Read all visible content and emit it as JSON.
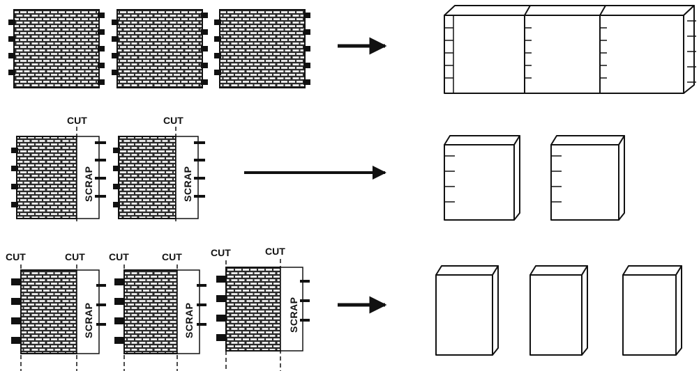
{
  "labels": {
    "cut": "CUT",
    "scrap": "SCRAP"
  },
  "colors": {
    "ink": "#111111",
    "panel_fill": "#ffffff",
    "mortar": "#ffffff"
  },
  "rows": [
    {
      "name": "uncut-panels-row",
      "panels": 3,
      "result": "joined-wall-with-toothed-edges"
    },
    {
      "name": "single-cut-row",
      "panels": 2,
      "result": "two-blocks-with-toothed-left-edge"
    },
    {
      "name": "double-cut-row",
      "panels": 3,
      "result": "three-plain-blocks"
    }
  ]
}
